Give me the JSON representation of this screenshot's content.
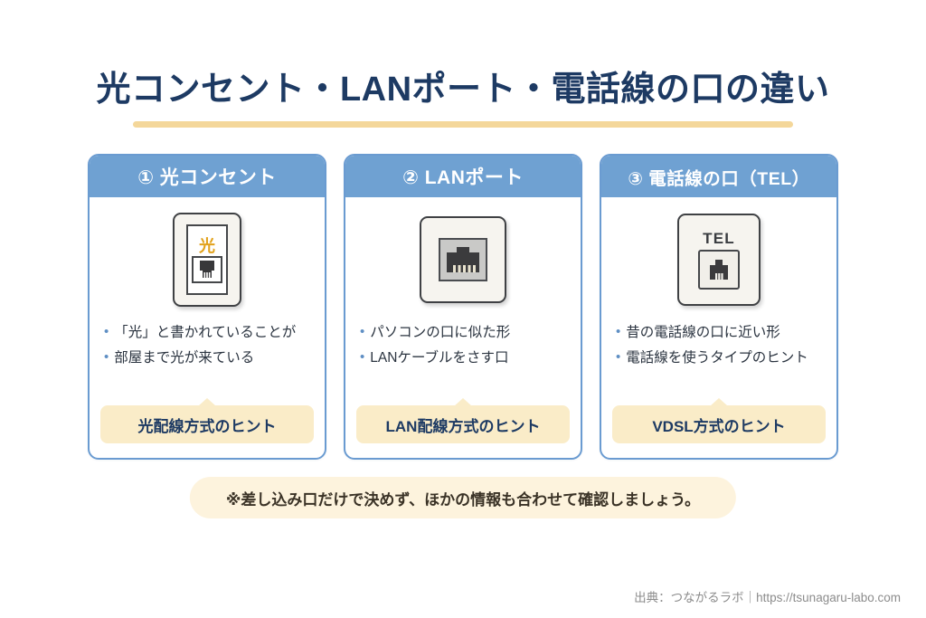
{
  "page": {
    "title": "光コンセント・LANポート・電話線の口の違い",
    "background_color": "#ffffff",
    "title_color": "#1d3a63",
    "title_underline_color": "#f4d79a",
    "accent_blue": "#6fa1d2",
    "card_border_color": "#6a9bd1",
    "hint_bg_color": "#faecc8",
    "note_bg_color": "#fdf3dd"
  },
  "cards": [
    {
      "header": "① 光コンセント",
      "plate": {
        "type": "optical-outlet",
        "label": "光",
        "label_color": "#e2a21c",
        "jack": "small-optical-jack"
      },
      "bullets": [
        "「光」と書かれていることが",
        "部屋まで光が来ている"
      ],
      "hint": "光配線方式のヒント"
    },
    {
      "header": "② LANポート",
      "plate": {
        "type": "lan-outlet",
        "label": "",
        "label_color": "",
        "jack": "rj45-jack"
      },
      "bullets": [
        "パソコンの口に似た形",
        "LANケーブルをさす口"
      ],
      "hint": "LAN配線方式のヒント"
    },
    {
      "header": "③ 電話線の口（TEL）",
      "plate": {
        "type": "telephone-outlet",
        "label": "TEL",
        "label_color": "#3a3c40",
        "jack": "rj11-jack"
      },
      "bullets": [
        "昔の電話線の口に近い形",
        "電話線を使うタイプのヒント"
      ],
      "hint": "VDSL方式のヒント"
    }
  ],
  "note": "※差し込み口だけで決めず、ほかの情報も合わせて確認しましょう。",
  "credit": "出典：つながるラボ｜https://tsunagaru-labo.com",
  "bullet_marker": "•"
}
